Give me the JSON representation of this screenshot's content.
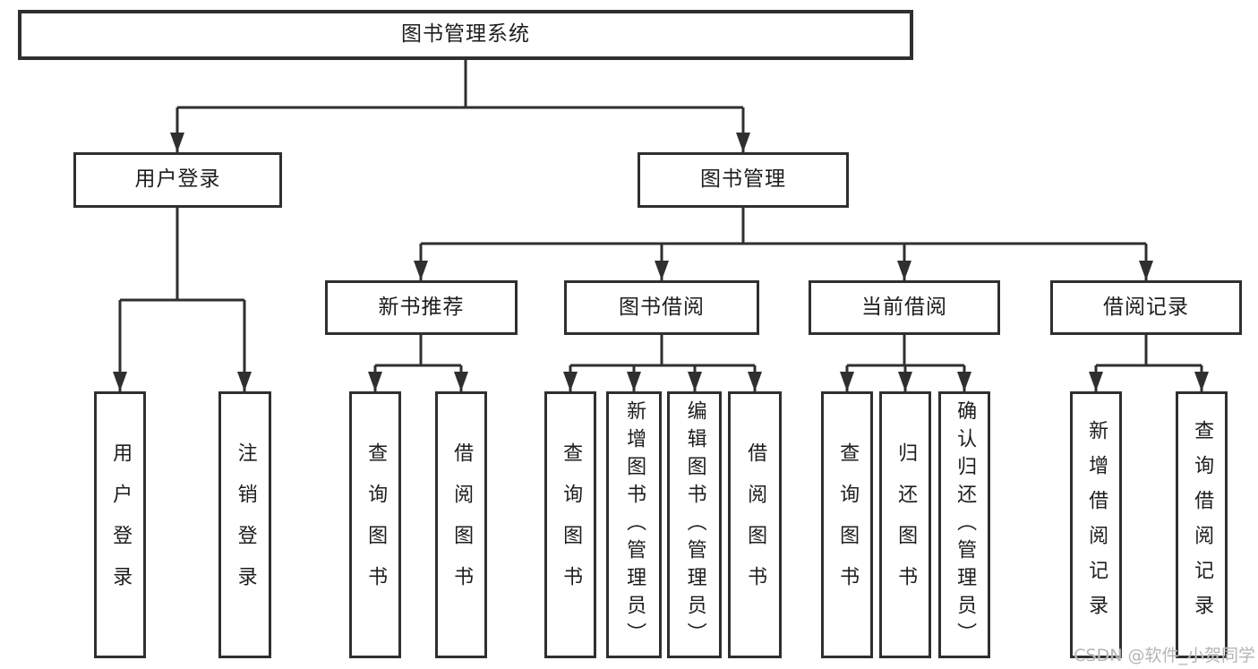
{
  "diagram": {
    "title": "图书管理系统",
    "colors": {
      "line": "#2f2f2f",
      "box_border": "#2f2f2f",
      "text": "#1d1d1d",
      "background": "#ffffff",
      "watermark": "#b5b5b5"
    },
    "nodes": {
      "root": {
        "label": "图书管理系统"
      },
      "level2": [
        {
          "label": "用户登录"
        },
        {
          "label": "图书管理"
        }
      ],
      "level3": [
        {
          "label": "新书推荐"
        },
        {
          "label": "图书借阅"
        },
        {
          "label": "当前借阅"
        },
        {
          "label": "借阅记录"
        }
      ],
      "leaves": [
        {
          "label": "用户登录"
        },
        {
          "label": "注销登录"
        },
        {
          "label": "查询图书"
        },
        {
          "label": "借阅图书"
        },
        {
          "label": "查询图书"
        },
        {
          "label": "新增图书（管理员）"
        },
        {
          "label": "编辑图书（管理员）"
        },
        {
          "label": "借阅图书"
        },
        {
          "label": "查询图书"
        },
        {
          "label": "归还图书"
        },
        {
          "label": "确认归还（管理员）"
        },
        {
          "label": "新增借阅记录"
        },
        {
          "label": "查询借阅记录"
        }
      ]
    },
    "watermark": "CSDN @软件_小贺同学"
  }
}
